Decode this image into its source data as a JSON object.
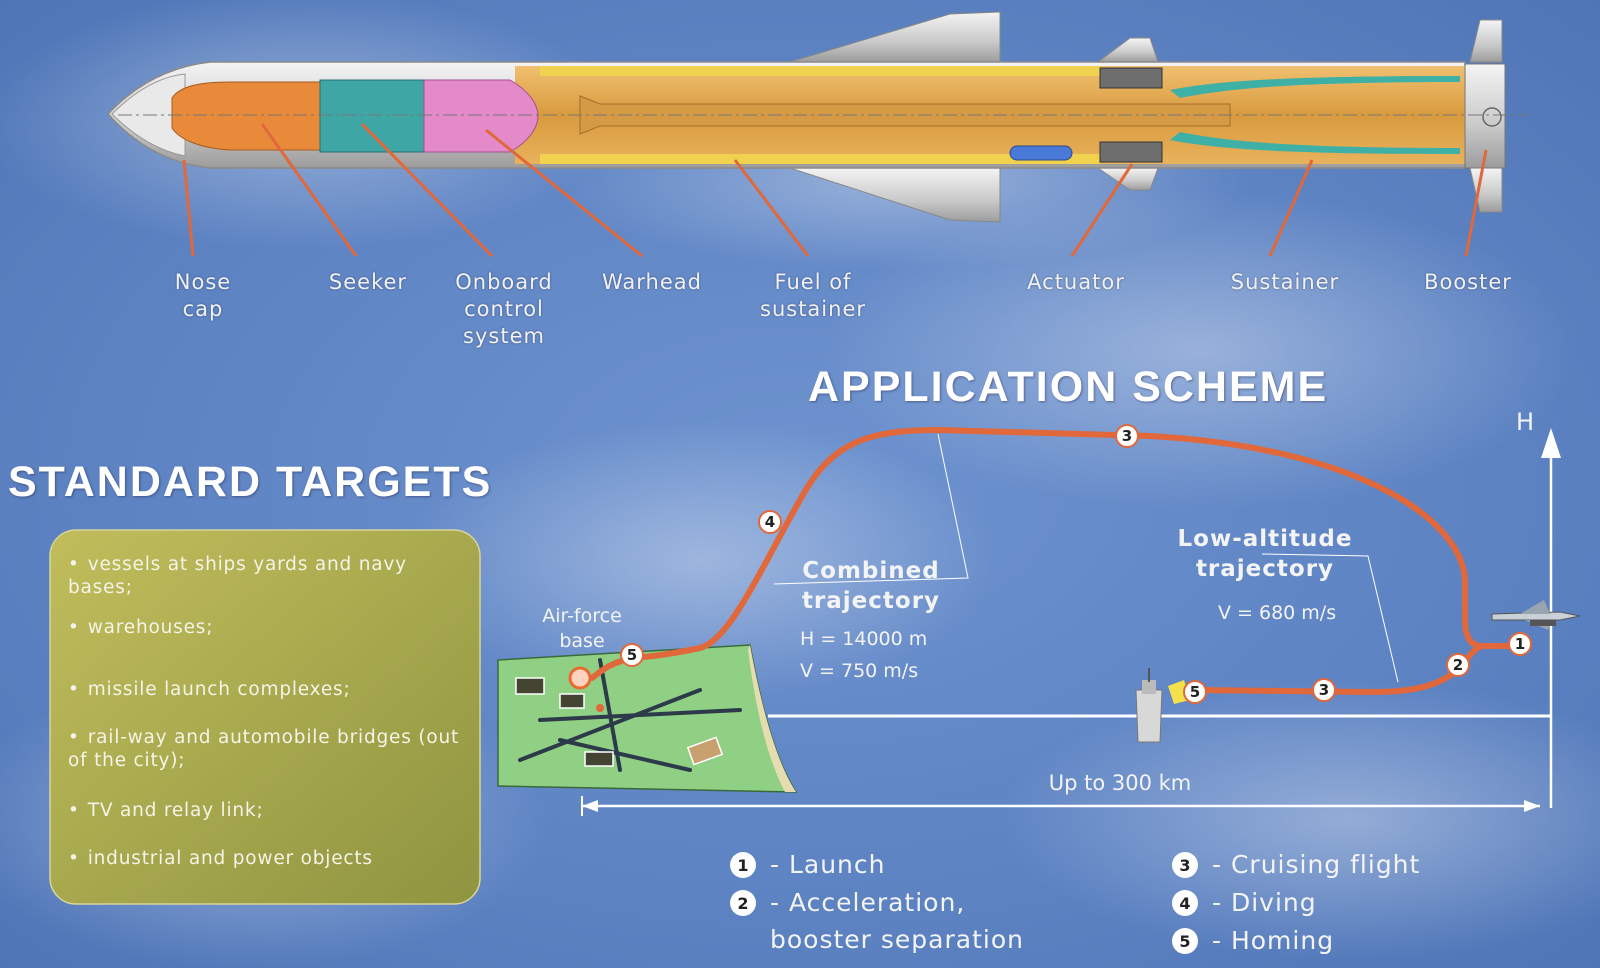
{
  "missile_labels": {
    "nose_cap": "Nose\ncap",
    "seeker": "Seeker",
    "onboard_control_system": "Onboard\ncontrol\nsystem",
    "warhead": "Warhead",
    "fuel_of_sustainer": "Fuel of\nsustainer",
    "actuator": "Actuator",
    "sustainer": "Sustainer",
    "booster": "Booster"
  },
  "application_scheme": {
    "title": "APPLICATION SCHEME",
    "axis_label": "H",
    "air_force_base": "Air-force\nbase",
    "combined_trajectory": {
      "label": "Combined\ntrajectory",
      "altitude": "H = 14000 m",
      "speed": "V = 750 m/s"
    },
    "low_altitude_trajectory": {
      "label": "Low-altitude\ntrajectory",
      "speed": "V = 680 m/s"
    },
    "range": "Up to 300 km",
    "markers": [
      "1",
      "2",
      "3",
      "4",
      "5"
    ]
  },
  "standard_targets": {
    "title": "STANDARD TARGETS",
    "bullet": "•",
    "items": [
      "vessels at ships yards and navy bases;",
      "warehouses;",
      "missile launch complexes;",
      "rail-way and automobile bridges (out of the city);",
      "TV and relay link;",
      "industrial and power objects"
    ]
  },
  "legend": [
    {
      "num": "1",
      "text": "- Launch"
    },
    {
      "num": "2",
      "text": "- Acceleration,\nbooster separation"
    },
    {
      "num": "3",
      "text": "- Cruising flight"
    },
    {
      "num": "4",
      "text": "- Diving"
    },
    {
      "num": "5",
      "text": "- Homing"
    }
  ],
  "colors": {
    "trajectory": "#e0683a",
    "sky": "#5f86c6",
    "target_box": "#a8a84a",
    "ground": "#8fcf86",
    "body_gold": "#e2a848"
  }
}
